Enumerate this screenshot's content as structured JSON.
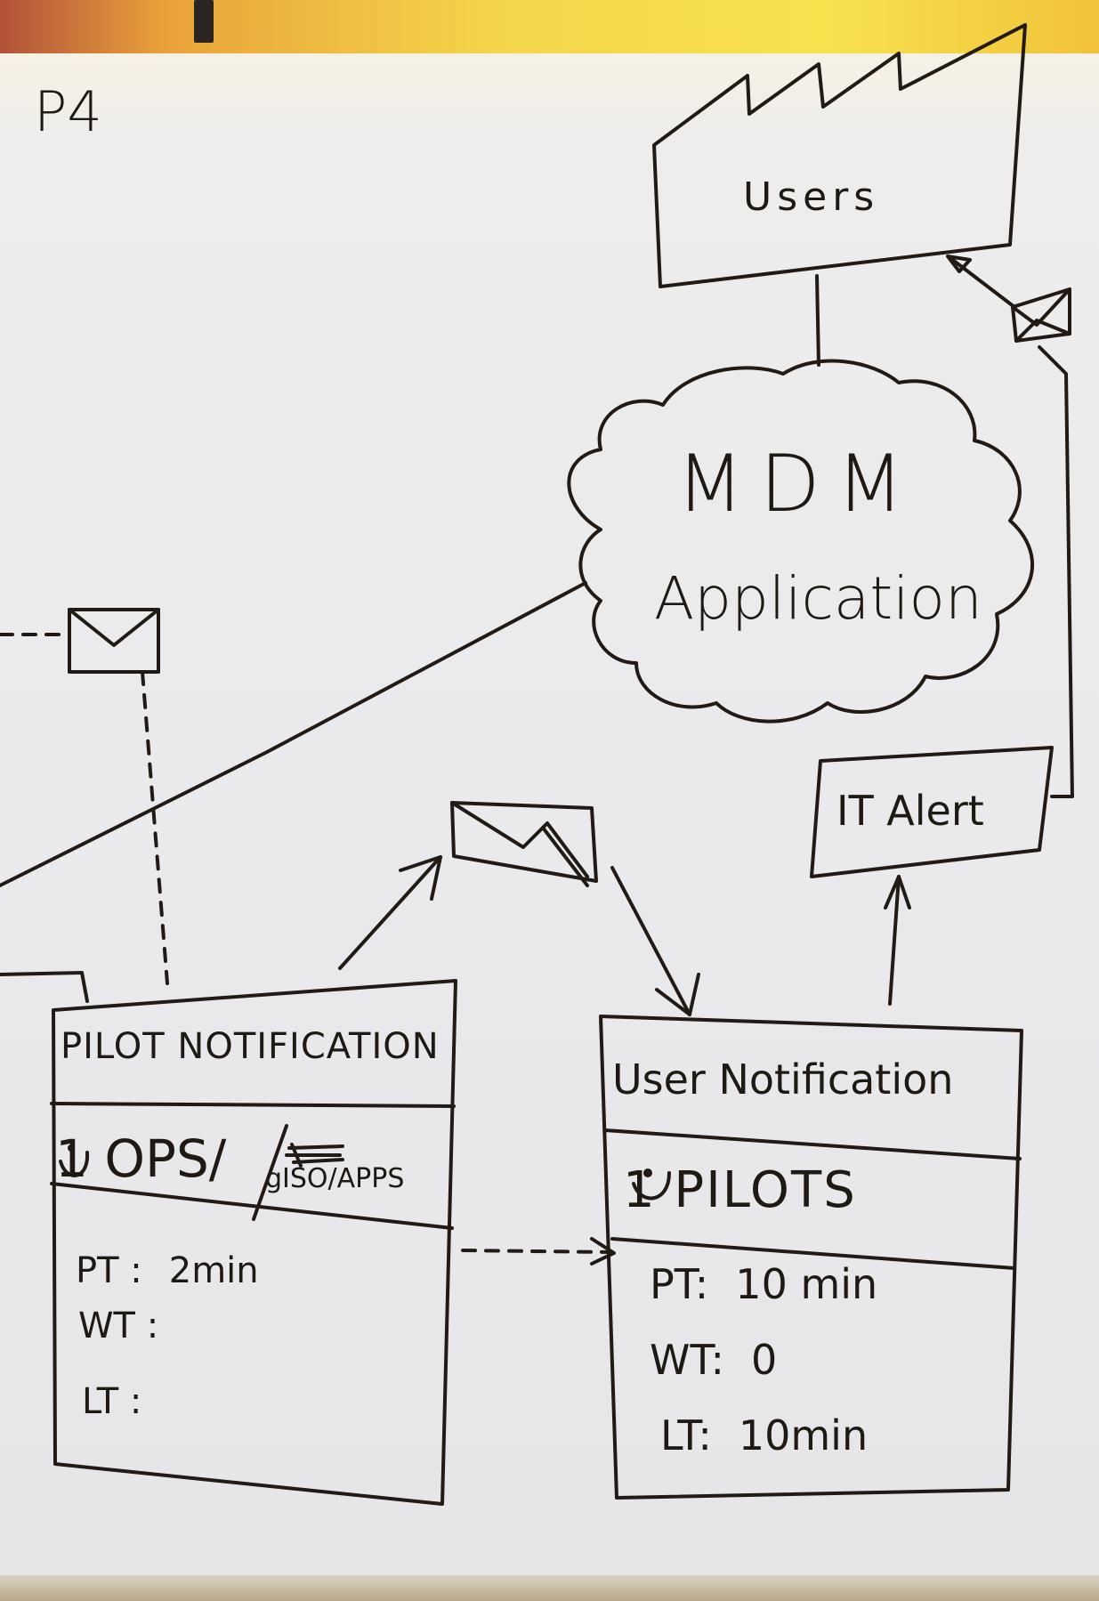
{
  "page_label": "P4",
  "users": {
    "label": "Users"
  },
  "mdm": {
    "title": "MDM",
    "subtitle": "Application"
  },
  "it_alert": {
    "label": "IT Alert"
  },
  "pilot_notification": {
    "title": "PILOT NOTIFICATION",
    "role": "1 OPS/",
    "team": "gISO/APPS",
    "metrics": [
      {
        "label": "PT :",
        "value": "2min"
      },
      {
        "label": "WT :",
        "value": ""
      },
      {
        "label": "LT :",
        "value": ""
      }
    ]
  },
  "user_notification": {
    "title": "User Notification",
    "role": "1 PILOTS",
    "metrics": [
      {
        "label": "PT:",
        "value": "10 min"
      },
      {
        "label": "WT:",
        "value": "0"
      },
      {
        "label": "LT:",
        "value": "10min"
      }
    ]
  },
  "colors": {
    "ink": "#221a14",
    "paper": "#e9e9ec",
    "top_edge": "#f4d54a",
    "role_mark": "#1b2a7a"
  },
  "icons": [
    "factory-icon",
    "cloud-icon",
    "envelope-icon",
    "smiley-icon",
    "arrow-icon"
  ]
}
